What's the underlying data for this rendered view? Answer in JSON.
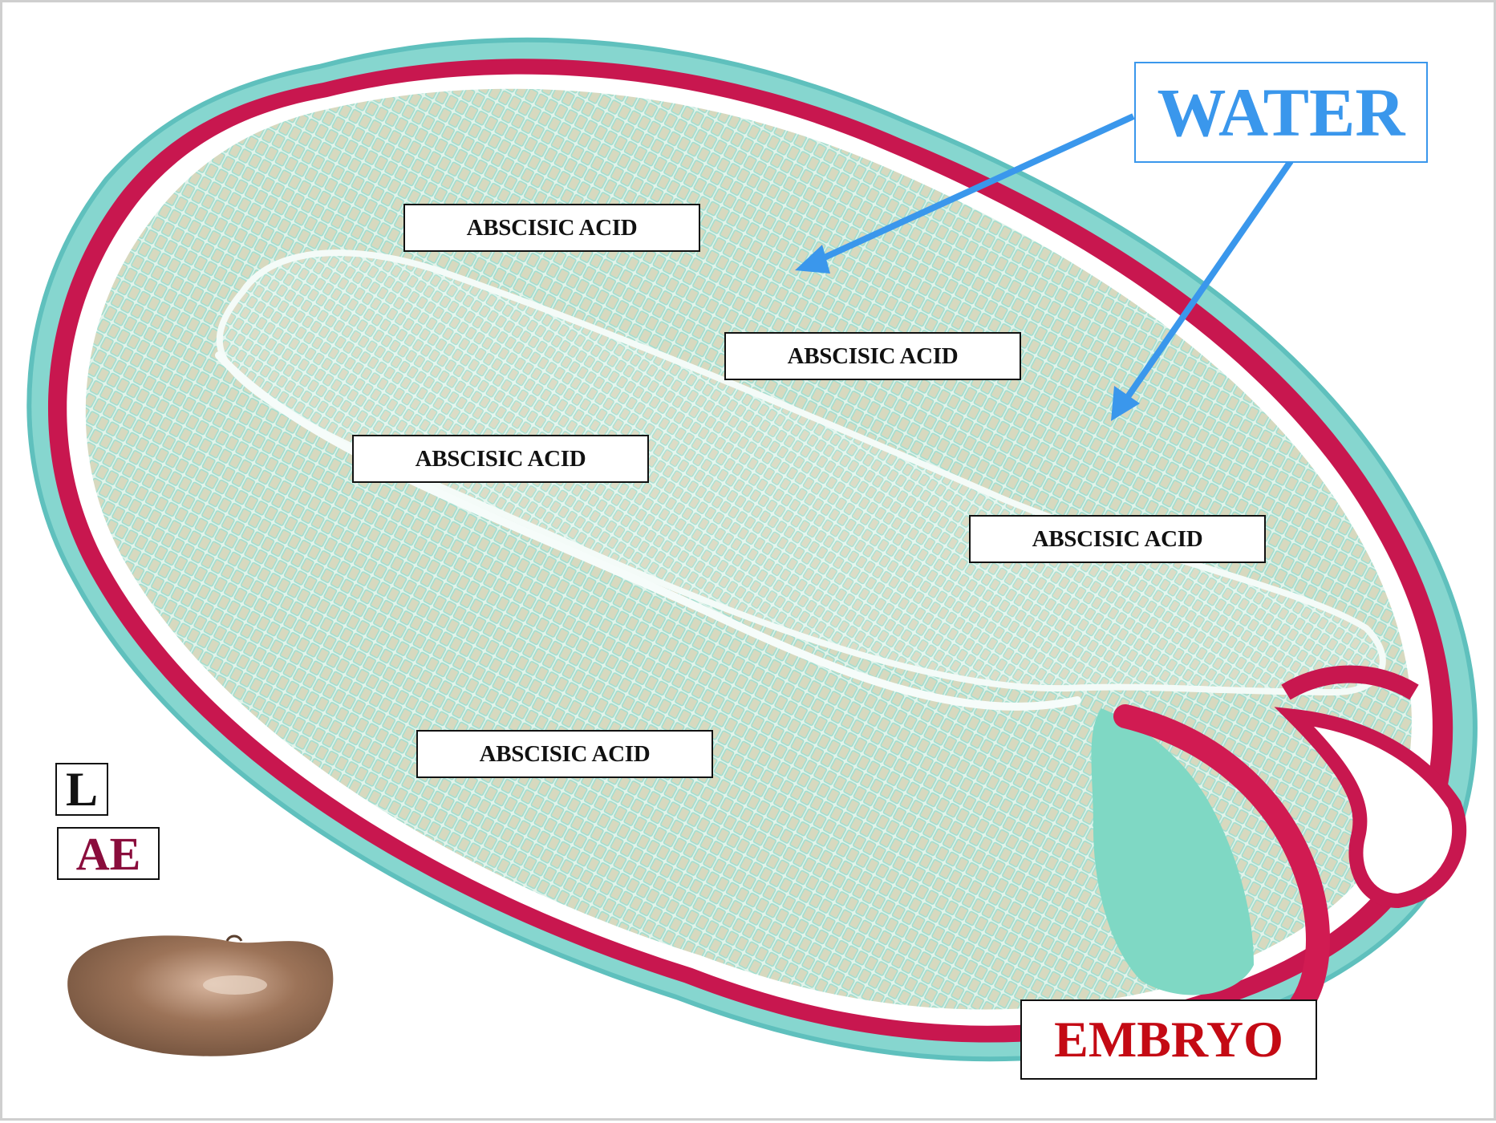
{
  "labels": {
    "water": "WATER",
    "embryo": "EMBRYO",
    "aba": [
      "ABSCISIC ACID",
      "ABSCISIC ACID",
      "ABSCISIC ACID",
      "ABSCISIC ACID",
      "ABSCISIC ACID"
    ]
  },
  "legend": {
    "l": "L",
    "ae": "AE"
  },
  "colors": {
    "water": "#3a97ec",
    "embryo": "#c40a14",
    "seed_coat": "#c8174f",
    "tissue": "#d6efe6",
    "legend_ae": "#8a0d3c"
  },
  "icons": {
    "inset": "bean-seed-icon"
  }
}
